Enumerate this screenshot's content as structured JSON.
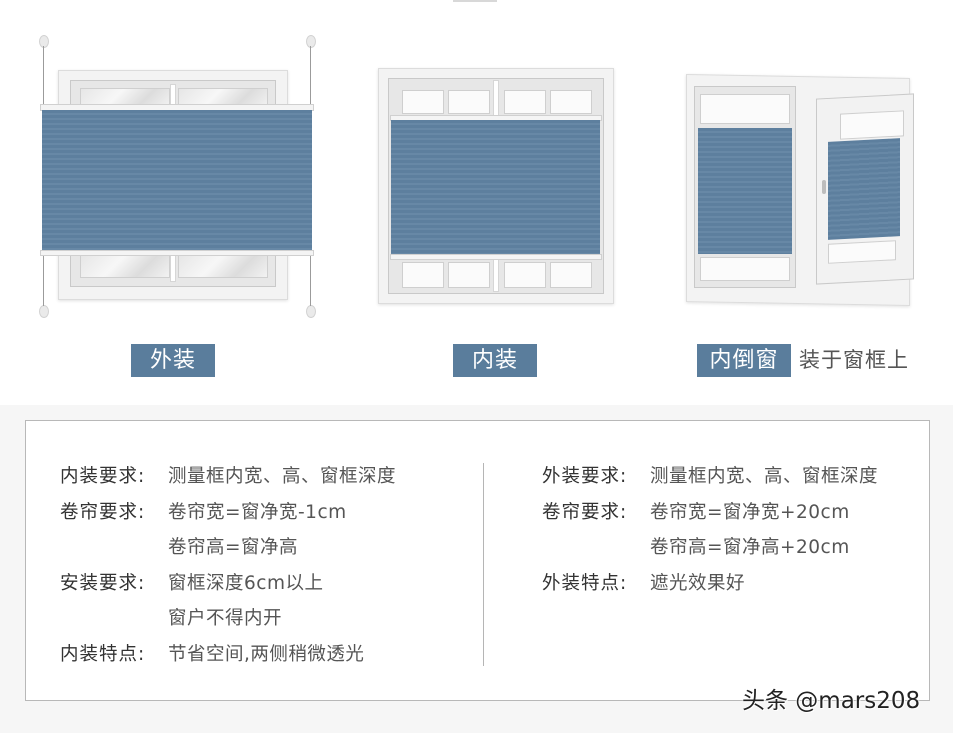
{
  "colors": {
    "tag_background": "#5a7d9c",
    "blind_fabric": "#5d7f9e",
    "tag_text": "#ffffff",
    "label_text": "#333333",
    "value_text": "#555555",
    "box_border": "#b8b8b8"
  },
  "installations": [
    {
      "id": "outside-mount",
      "tag": "外装",
      "note": ""
    },
    {
      "id": "inside-mount",
      "tag": "内装",
      "note": ""
    },
    {
      "id": "tilt-turn-window",
      "tag": "内倒窗",
      "note": "装于窗框上"
    }
  ],
  "info": {
    "inside": {
      "rows": [
        {
          "label": "内装要求:",
          "value": "测量框内宽、高、窗框深度"
        },
        {
          "label": "卷帘要求:",
          "value": "卷帘宽=窗净宽-1cm"
        },
        {
          "label": "",
          "value": "卷帘高=窗净高"
        },
        {
          "label": "安装要求:",
          "value": "窗框深度6cm以上"
        },
        {
          "label": "",
          "value": "窗户不得内开"
        },
        {
          "label": "内装特点:",
          "value": "节省空间,两侧稍微透光"
        }
      ]
    },
    "outside": {
      "rows": [
        {
          "label": "外装要求:",
          "value": "测量框内宽、高、窗框深度"
        },
        {
          "label": "卷帘要求:",
          "value": "卷帘宽=窗净宽+20cm"
        },
        {
          "label": "",
          "value": "卷帘高=窗净高+20cm"
        },
        {
          "label": "外装特点:",
          "value": "遮光效果好"
        }
      ]
    }
  },
  "watermark": "头条 @mars208"
}
